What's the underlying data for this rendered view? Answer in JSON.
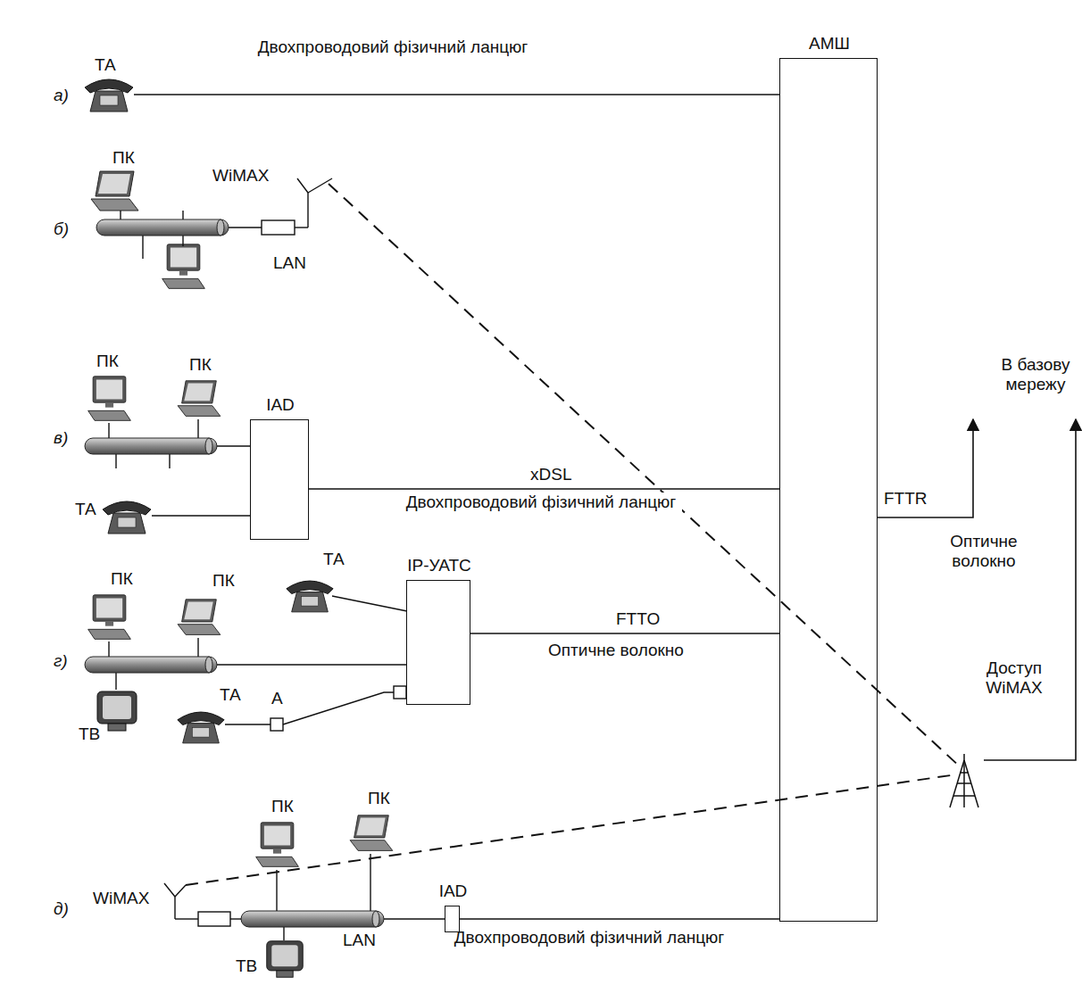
{
  "diagram": {
    "nodes": [
      {
        "text": [
          "АМШ"
        ]
      },
      {
        "text": [
          "IAD"
        ]
      },
      {
        "text": [
          "IP-УАТС"
        ]
      },
      {
        "text": [
          "IAD"
        ]
      }
    ],
    "edges": [
      {
        "from": 1,
        "to": 0,
        "arrow": "none",
        "label": "xDSL"
      },
      {
        "from": 2,
        "to": 0,
        "arrow": "none",
        "label": "FTTO"
      },
      {
        "from": 3,
        "to": 0,
        "arrow": "none"
      }
    ],
    "labels": [
      "ТА",
      "Двохпроводовий фізичний ланцюг",
      "а)",
      "ПК",
      "WiMAX",
      "LAN",
      "б)",
      "ПК",
      "ПК",
      "в)",
      "ТА",
      "Двохпроводовий фізичний ланцюг",
      "FTTR",
      "Оптичне волокно",
      "В базову мережу",
      "ПК",
      "ПК",
      "ТА",
      "Оптичне волокно",
      "г)",
      "ТА",
      "А",
      "ТВ",
      "Доступ WiMAX",
      "ПК",
      "ПК",
      "WiMAX",
      "д)",
      "LAN",
      "ТВ",
      "Двохпроводовий фізичний ланцюг"
    ]
  }
}
